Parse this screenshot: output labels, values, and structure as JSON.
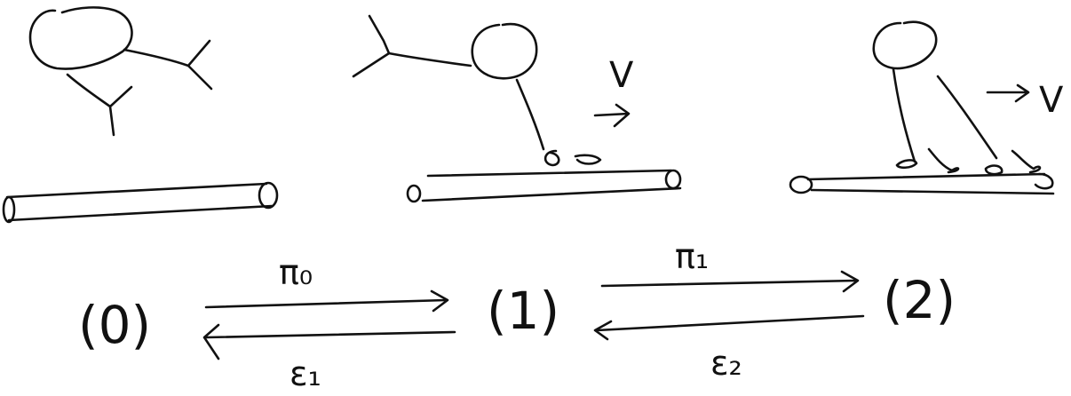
{
  "states": [
    "(0)",
    "(1)",
    "(2)"
  ],
  "transitions": {
    "pi0": "π₀",
    "pi1": "π₁",
    "eps1": "ε₁",
    "eps2": "ε₂"
  },
  "velocity_label": "V",
  "colors": {
    "ink": "#111111",
    "background": "#ffffff"
  }
}
